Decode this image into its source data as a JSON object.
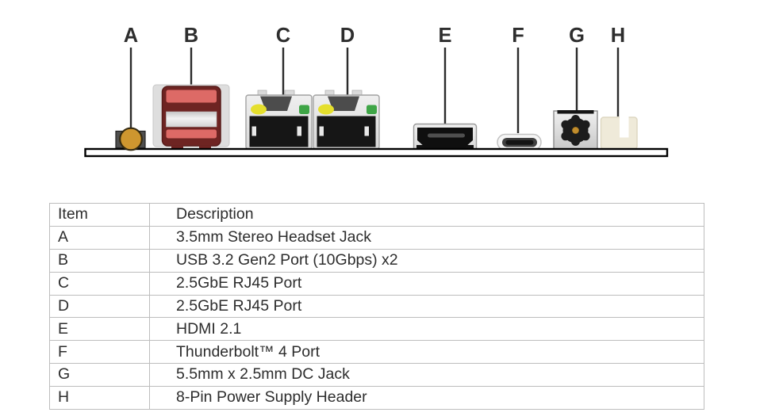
{
  "diagram": {
    "labels": [
      "A",
      "B",
      "C",
      "D",
      "E",
      "F",
      "G",
      "H"
    ],
    "ports": [
      {
        "letter": "A",
        "type": "audio-jack"
      },
      {
        "letter": "B",
        "type": "usb-a-stacked-ports"
      },
      {
        "letter": "C",
        "type": "rj45-ethernet-port"
      },
      {
        "letter": "D",
        "type": "rj45-ethernet-port"
      },
      {
        "letter": "E",
        "type": "hdmi-port"
      },
      {
        "letter": "F",
        "type": "usb-c-port"
      },
      {
        "letter": "G",
        "type": "dc-power-jack"
      },
      {
        "letter": "H",
        "type": "power-supply-header"
      }
    ]
  },
  "table": {
    "headers": [
      "Item",
      "Description"
    ],
    "rows": [
      [
        "A",
        "3.5mm Stereo Headset Jack"
      ],
      [
        "B",
        "USB 3.2 Gen2 Port (10Gbps) x2"
      ],
      [
        "C",
        "2.5GbE RJ45 Port"
      ],
      [
        "D",
        "2.5GbE RJ45 Port"
      ],
      [
        "E",
        "HDMI 2.1"
      ],
      [
        "F",
        "Thunderbolt™ 4 Port"
      ],
      [
        "G",
        "5.5mm x 2.5mm DC Jack"
      ],
      [
        "H",
        "8-Pin Power Supply Header"
      ]
    ]
  },
  "colors": {
    "label_text": "#2e2e2e",
    "board_outline": "#000000",
    "audio_jack_gold": "#ce962f",
    "usb_red_light": "#dd6a66",
    "usb_red_dark": "#6e2422",
    "led_yellow": "#e5df2d",
    "led_green": "#3ea546",
    "port_opening_black": "#161616",
    "housing_silver": "#e4e4e4",
    "power_header_cream": "#efead9",
    "table_border": "#bdbdbd",
    "table_text": "#2d2d2d"
  }
}
